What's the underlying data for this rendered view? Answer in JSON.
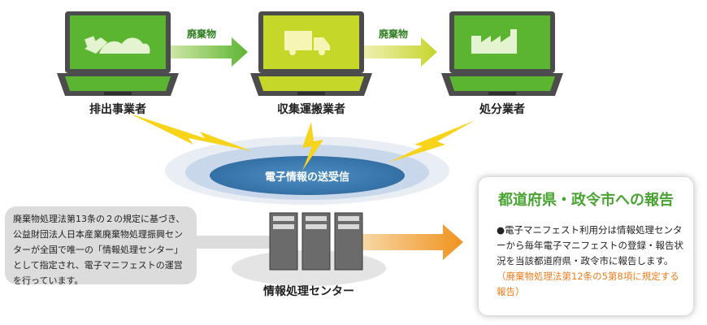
{
  "laptops": [
    {
      "label": "排出事業者",
      "screen_color": "#5cb531",
      "icon": "waste-pile-icon"
    },
    {
      "label": "収集運搬業者",
      "screen_color": "#b8d12b",
      "icon": "truck-icon"
    },
    {
      "label": "処分業者",
      "screen_color": "#5cb531",
      "icon": "factory-icon"
    }
  ],
  "arrows": [
    {
      "label": "廃棄物"
    },
    {
      "label": "廃棄物"
    }
  ],
  "center": {
    "ellipse_label": "電子情報の送受信",
    "server_label": "情報処理センター"
  },
  "info_box": {
    "text": "廃棄物処理法第13条の２の規定に基づき、公益財団法人日本産業廃棄物処理振興センターが全国で唯一の「情報処理センター」として指定され、電子マニフェストの運営を行っています。"
  },
  "report": {
    "title": "都道府県・政令市への報告",
    "bullet": "●",
    "body": "電子マニフェスト利用分は情報処理センターから毎年電子マニフェストの登録・報告状況を当該都道府県・政令市に報告します。",
    "note": "（廃棄物処理法第12条の5第8項に規定する報告）"
  },
  "colors": {
    "green": "#5cb531",
    "lime": "#b8d12b",
    "orange": "#f0921e",
    "lightning": "#f7d31a",
    "ellipse_inner": "#3f7fb5"
  }
}
